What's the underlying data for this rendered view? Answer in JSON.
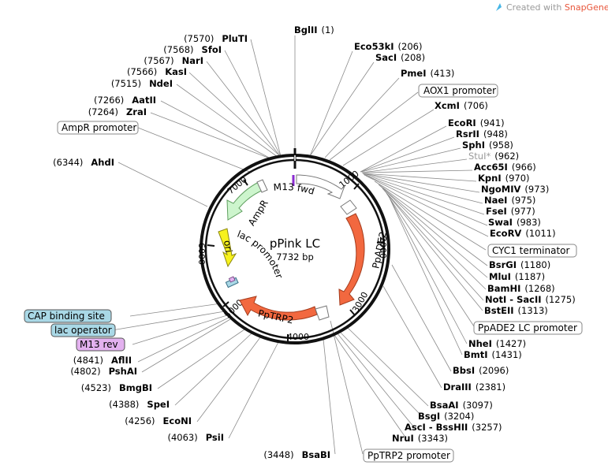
{
  "branding": {
    "prefix": "Created with ",
    "name": "SnapGene®",
    "brand_color": "#e8553a"
  },
  "plasmid": {
    "name": "pPink LC",
    "size": "7732 bp"
  },
  "ticks": [
    "1000",
    "2000",
    "3000",
    "4000",
    "5000",
    "6000",
    "7000"
  ],
  "sites": [
    {
      "name": "BglII",
      "pos": "(1)"
    },
    {
      "name": "Eco53kI",
      "pos": "(206)"
    },
    {
      "name": "SacI",
      "pos": "(208)"
    },
    {
      "name": "PmeI",
      "pos": "(413)"
    },
    {
      "name": "XcmI",
      "pos": "(706)"
    },
    {
      "name": "EcoRI",
      "pos": "(941)"
    },
    {
      "name": "RsrII",
      "pos": "(948)"
    },
    {
      "name": "SphI",
      "pos": "(958)"
    },
    {
      "name": "StuI*",
      "pos": "(962)"
    },
    {
      "name": "Acc65I",
      "pos": "(966)"
    },
    {
      "name": "KpnI",
      "pos": "(970)"
    },
    {
      "name": "NgoMIV",
      "pos": "(973)"
    },
    {
      "name": "NaeI",
      "pos": "(975)"
    },
    {
      "name": "FseI",
      "pos": "(977)"
    },
    {
      "name": "SwaI",
      "pos": "(983)"
    },
    {
      "name": "EcoRV",
      "pos": "(1011)"
    },
    {
      "name": "BsrGI",
      "pos": "(1180)"
    },
    {
      "name": "MluI",
      "pos": "(1187)"
    },
    {
      "name": "BamHI",
      "pos": "(1268)"
    },
    {
      "name": "NotI - SacII",
      "pos": "(1275)"
    },
    {
      "name": "BstEII",
      "pos": "(1313)"
    },
    {
      "name": "NheI",
      "pos": "(1427)"
    },
    {
      "name": "BmtI",
      "pos": "(1431)"
    },
    {
      "name": "BbsI",
      "pos": "(2096)"
    },
    {
      "name": "DraIII",
      "pos": "(2381)"
    },
    {
      "name": "BsaAI",
      "pos": "(3097)"
    },
    {
      "name": "BsgI",
      "pos": "(3204)"
    },
    {
      "name": "AscI - BssHII",
      "pos": "(3257)"
    },
    {
      "name": "NruI",
      "pos": "(3343)"
    },
    {
      "name": "BsaBI",
      "pos": "(3448)"
    },
    {
      "name": "PsiI",
      "pos": "(4063)"
    },
    {
      "name": "EcoNI",
      "pos": "(4256)"
    },
    {
      "name": "SpeI",
      "pos": "(4388)"
    },
    {
      "name": "BmgBI",
      "pos": "(4523)"
    },
    {
      "name": "PshAI",
      "pos": "(4802)"
    },
    {
      "name": "AflII",
      "pos": "(4841)"
    },
    {
      "name": "AhdI",
      "pos": "(6344)"
    },
    {
      "name": "ZraI",
      "pos": "(7264)"
    },
    {
      "name": "AatII",
      "pos": "(7266)"
    },
    {
      "name": "NdeI",
      "pos": "(7515)"
    },
    {
      "name": "KasI",
      "pos": "(7566)"
    },
    {
      "name": "NarI",
      "pos": "(7567)"
    },
    {
      "name": "SfoI",
      "pos": "(7568)"
    },
    {
      "name": "PluTI",
      "pos": "(7570)"
    }
  ],
  "boxed": [
    {
      "label": "AOX1 promoter",
      "fill": "#ffffff"
    },
    {
      "label": "CYC1 terminator",
      "fill": "#ffffff"
    },
    {
      "label": "PpADE2 LC promoter",
      "fill": "#ffffff"
    },
    {
      "label": "PpTRP2 promoter",
      "fill": "#ffffff"
    },
    {
      "label": "AmpR promoter",
      "fill": "#ffffff"
    },
    {
      "label": "CAP binding site",
      "fill": "#a9d8e6"
    },
    {
      "label": "lac operator",
      "fill": "#a9d8e6"
    },
    {
      "label": "M13 rev",
      "fill": "#e3b1ef"
    }
  ],
  "features": [
    {
      "label": "M13 fwd"
    },
    {
      "label": "PpADE2",
      "color": "#f2683f"
    },
    {
      "label": "PpTRP2",
      "color": "#f2683f"
    },
    {
      "label": "AmpR",
      "color": "#cdf5cd"
    },
    {
      "label": "ori",
      "color": "#f7f21e"
    },
    {
      "label": "lac promoter"
    }
  ]
}
